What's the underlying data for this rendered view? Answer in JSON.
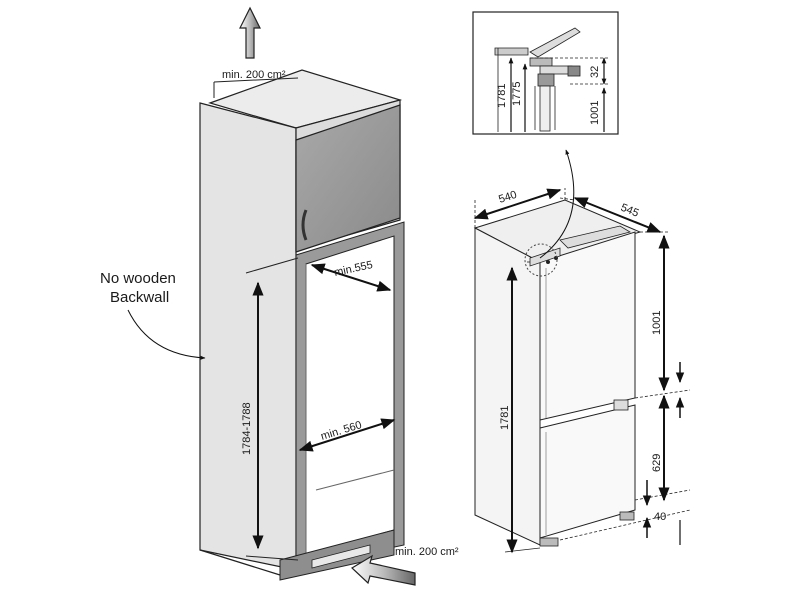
{
  "cabinet": {
    "vent_top": "min. 200 cm²",
    "vent_bottom": "min. 200 cm²",
    "backwall_line1": "No wooden",
    "backwall_line2": "Backwall",
    "depth_top": "min.555",
    "depth_bottom": "min. 560",
    "niche_height": "1784-1788"
  },
  "appliance": {
    "width": "540",
    "depth": "545",
    "total_height": "1781",
    "upper_height": "1001",
    "lower_height": "629",
    "plinth": "40"
  },
  "detail": {
    "h1": "1781",
    "h2": "1775",
    "gap": "32",
    "upper": "1001"
  }
}
